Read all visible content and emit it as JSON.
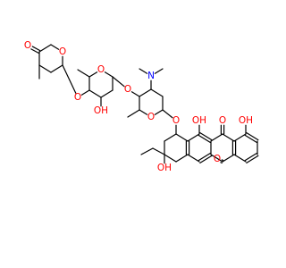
{
  "molecule": {
    "colors": {
      "O": "#ff0000",
      "N": "#0000ff",
      "C": "#000000",
      "background": "#ffffff"
    },
    "labels": {
      "oxygen": "O",
      "hydroxyl": "OH",
      "nitrogen": "N"
    }
  }
}
